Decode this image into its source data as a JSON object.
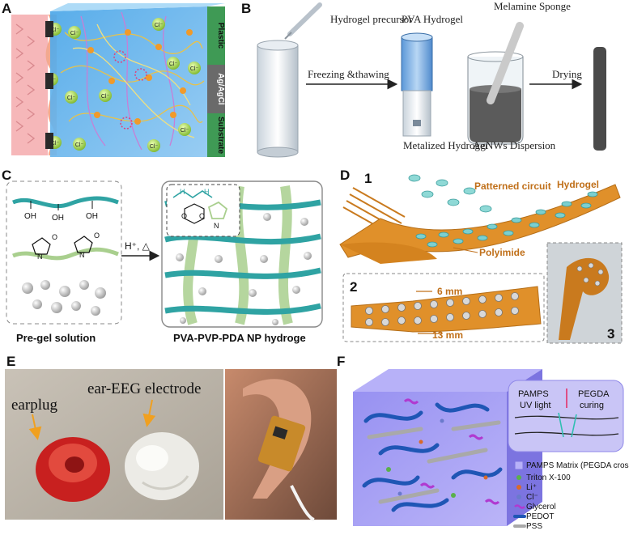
{
  "panels": {
    "a": {
      "label": "A",
      "ion": "Cl⁻",
      "layers": [
        "Plastic",
        "Ag/AgCl",
        "Substrate"
      ]
    },
    "b": {
      "label": "B",
      "precursor": "Hydrogel precursor",
      "step1": "Freezing &thawing",
      "pva": "PVA Hydrogel",
      "sponge": "Melamine Sponge",
      "metalized": "Metalized Hydrogel",
      "agnws": "AgNWs Dispersion",
      "drying": "Drying"
    },
    "c": {
      "label": "C",
      "oh": "OH",
      "n": "N",
      "o": "O",
      "h": "H",
      "condition": "H⁺, △",
      "pregel": "Pre-gel solution",
      "product": "PVA-PVP-PDA NP hydroge"
    },
    "d": {
      "label": "D",
      "num1": "1",
      "num2": "2",
      "num3": "3",
      "patterned": "Patterned circuit",
      "hydrogel": "Hydrogel",
      "polyimide": "Polyimide",
      "mm6": "6 mm",
      "mm13": "13 mm"
    },
    "e": {
      "label": "E",
      "earplug": "earplug",
      "electrode": "ear-EEG electrode"
    },
    "f": {
      "label": "F",
      "pamps": "PAMPS",
      "uv": "UV light",
      "pegda": "PEGDA",
      "curing": "curing",
      "legend": [
        "PAMPS Matrix (PEGDA crosslinked)",
        "Triton X-100",
        "Li⁺",
        "Cl⁻",
        "Glycerol",
        "PEDOT",
        "PSS"
      ]
    }
  },
  "colors": {
    "hydrogel_blue": "#7fb6e6",
    "substrate_green": "#3f9a55",
    "agcl_gray": "#6a6a6a",
    "orange": "#e0902a",
    "teal": "#2fa3a3",
    "light_green": "#a9cf8e",
    "purple": "#8b82e8",
    "red": "#d94040"
  }
}
